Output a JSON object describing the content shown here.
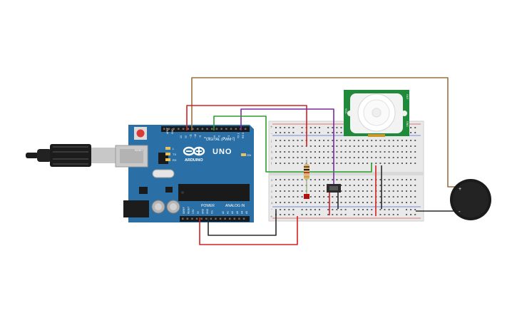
{
  "arduino": {
    "brand": "ARDUINO",
    "model": "UNO",
    "digital_label": "DIGITAL (PWM~)",
    "power_label": "POWER",
    "analog_label": "ANALOG IN",
    "aref_label": "AREF",
    "gnd_label": "GND",
    "reset_label": "RESET",
    "tx_label": "TX",
    "rx_label": "RX",
    "l_label": "L",
    "on_label": "ON",
    "digital_pins": [
      "13",
      "12",
      "~11",
      "~10",
      "~9",
      "8",
      "7",
      "~6",
      "~5",
      "4",
      "~3",
      "2",
      "TX 1",
      "RX 0"
    ],
    "power_pins": [
      "IOREF",
      "RESET",
      "3.3V",
      "5V",
      "GND",
      "GND",
      "Vin"
    ],
    "analog_pins": [
      "A0",
      "A1",
      "A2",
      "A3",
      "A4",
      "A5"
    ]
  },
  "breadboard": {
    "plus": "+",
    "minus": "-",
    "rows_top": [
      "j",
      "i",
      "h",
      "g",
      "f"
    ],
    "rows_bottom": [
      "e",
      "d",
      "c",
      "b",
      "a"
    ]
  },
  "pir": {
    "pin_labels": [
      "VCC",
      "OUT",
      "GND"
    ]
  },
  "buzzer": {
    "plus": "+",
    "minus": "-"
  },
  "colors": {
    "board": "#2a6fa5",
    "red_wire": "#d42020",
    "black_wire": "#2a2a2a",
    "green_wire": "#2aa02a",
    "purple_wire": "#7a2aa0",
    "brown_wire": "#9a7040",
    "pir_board": "#1f8a3a"
  }
}
